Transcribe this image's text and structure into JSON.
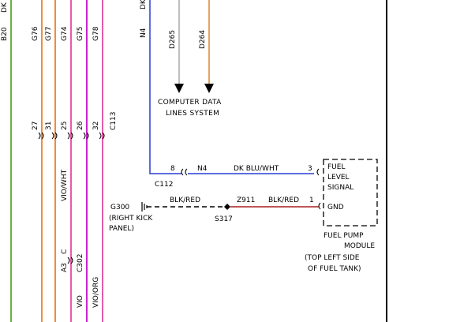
{
  "colors": {
    "green": "#6fae3a",
    "orange": "#f08c3c",
    "pink": "#e75aa8",
    "magenta": "#cc22cc",
    "blue": "#2a3bd0",
    "gray": "#a8a8a8",
    "brown_orange": "#e0822c",
    "dark_red": "#aa1d1d",
    "black": "#000000"
  },
  "top_edge": {
    "left_wire": "B20",
    "left_wire_color": "DK",
    "n4_top": "DK"
  },
  "left_circuits": {
    "top_labels": [
      "G76",
      "G77",
      "G74",
      "G75",
      "G78"
    ],
    "pins": [
      "27",
      "31",
      "25",
      "26",
      "32"
    ],
    "connector": "C113",
    "mid_label": "VIO/WHT",
    "a3": "A3",
    "c_label": "C",
    "c302": "C302",
    "vio": "VIO",
    "vio_org": "VIO/ORG"
  },
  "data_lines": {
    "wire_n4": "N4",
    "d265": "D265",
    "d264": "D264",
    "system_line1": "COMPUTER DATA",
    "system_line2": "LINES SYSTEM"
  },
  "signal_circuit": {
    "pin_left": "8",
    "circuit": "N4",
    "color": "DK BLU/WHT",
    "pin_right": "3",
    "connector": "C112"
  },
  "ground_circuit": {
    "ground": "G300",
    "ground_loc_line1": "(RIGHT KICK",
    "ground_loc_line2": "PANEL)",
    "color_left": "BLK/RED",
    "circuit": "Z911",
    "color_right": "BLK/RED",
    "pin": "1",
    "splice": "S317"
  },
  "module": {
    "pin_labels": [
      "FUEL",
      "LEVEL",
      "SIGNAL",
      "GND"
    ],
    "name_line1": "FUEL PUMP",
    "name_line2": "MODULE",
    "loc_line1": "(TOP LEFT SIDE",
    "loc_line2": "OF FUEL TANK)"
  }
}
